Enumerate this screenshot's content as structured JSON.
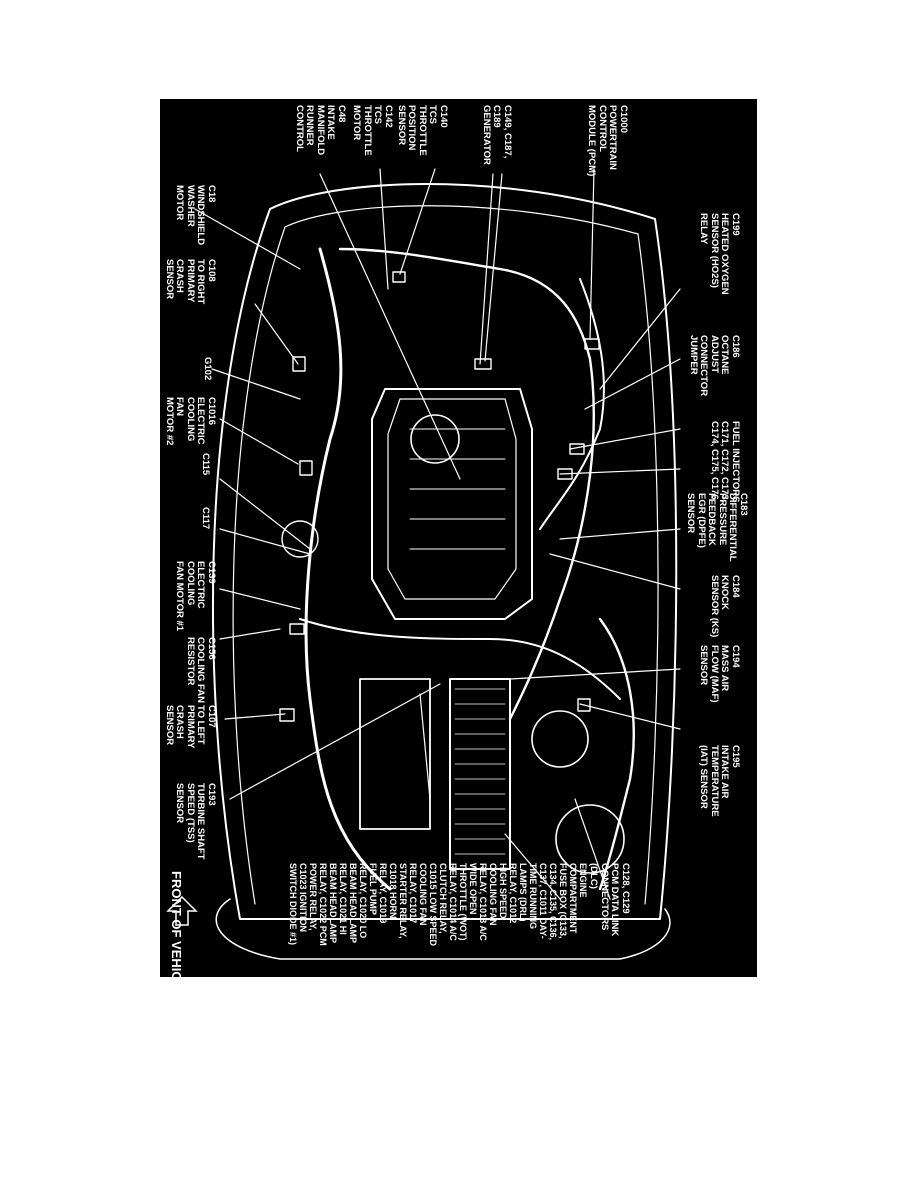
{
  "diagram": {
    "labels": [
      {
        "id": "c1000",
        "lines": [
          "C1000",
          "POWERTRAIN",
          "CONTROL",
          "MODULE (PCM)"
        ]
      },
      {
        "id": "c149",
        "lines": [
          "C149, C187,",
          "C189",
          "GENERATOR"
        ]
      },
      {
        "id": "c140",
        "lines": [
          "C140",
          "TCS",
          "THROTTLE",
          "POSITION",
          "SENSOR"
        ]
      },
      {
        "id": "c142",
        "lines": [
          "C142",
          "TCS",
          "THROTTLE",
          "MOTOR"
        ]
      },
      {
        "id": "c48",
        "lines": [
          "C48",
          "INTAKE",
          "MANIFOLD",
          "RUNNER",
          "CONTROL"
        ]
      },
      {
        "id": "c199",
        "lines": [
          "C199",
          "HEATED OXYGEN",
          "SENSOR (HO2S)",
          "RELAY"
        ]
      },
      {
        "id": "c18",
        "lines": [
          "C18",
          "WINDSHIELD",
          "WASHER",
          "MOTOR"
        ]
      },
      {
        "id": "c186",
        "lines": [
          "C186",
          "OCTANE",
          "ADJUST",
          "CONNECTOR",
          "JUMPER"
        ]
      },
      {
        "id": "c108",
        "lines": [
          "C108",
          "TO RIGHT",
          "PRIMARY",
          "CRASH",
          "SENSOR"
        ]
      },
      {
        "id": "g102",
        "lines": [
          "G102"
        ]
      },
      {
        "id": "c1016",
        "lines": [
          "C1016",
          "ELECTRIC",
          "COOLING",
          "FAN",
          "MOTOR #2"
        ]
      },
      {
        "id": "fuelinj",
        "lines": [
          "FUEL INJECTORS",
          "C171, C172, C173,",
          "C174, C175, C176"
        ]
      },
      {
        "id": "c115",
        "lines": [
          "C115"
        ]
      },
      {
        "id": "c183",
        "lines": [
          "C183",
          "DIFFERENTIAL",
          "PRESSURE",
          "FEEDBACK",
          "EGR (DPFE)",
          "SENSOR"
        ]
      },
      {
        "id": "c117",
        "lines": [
          "C117"
        ]
      },
      {
        "id": "c139",
        "lines": [
          "C139",
          "ELECTRIC",
          "COOLING",
          "FAN MOTOR #1"
        ]
      },
      {
        "id": "c184",
        "lines": [
          "C184",
          "KNOCK",
          "SENSOR (KS)"
        ]
      },
      {
        "id": "c156",
        "lines": [
          "C156",
          "COOLING FAN",
          "RESISTOR"
        ]
      },
      {
        "id": "c194",
        "lines": [
          "C194",
          "MASS AIR",
          "FLOW (MAF)",
          "SENSOR"
        ]
      },
      {
        "id": "c107",
        "lines": [
          "C107",
          "TO LEFT",
          "PRIMARY",
          "CRASH",
          "SENSOR"
        ]
      },
      {
        "id": "c195",
        "lines": [
          "C195",
          "INTAKE AIR",
          "TEMPERATURE",
          "(IAT) SENSOR"
        ]
      },
      {
        "id": "c193",
        "lines": [
          "C193",
          "TURBINE SHAFT",
          "SPEED (TSS)",
          "SENSOR"
        ]
      },
      {
        "id": "c128",
        "lines": [
          "C128, C129",
          "PCM DATA LINK",
          "CONNECTORS",
          "(DLC)"
        ]
      },
      {
        "id": "fusebox",
        "lines": [
          "ENGINE",
          "COMPARTMENT",
          "FUSE BOX (C133,",
          "C134, C135, C136,",
          "C137, C1011 DAY-",
          "TIME RUNNING",
          "LAMPS (DRL)",
          "RELAY, C1012",
          "HIGH SPEED",
          "COOLING FAN",
          "RELAY, C1013 A/C",
          "WIDE OPEN",
          "THROTTLE (WOT)",
          "RELAY, C1014 A/C",
          "CLUTCH RELAY,",
          "C1015 LOW SPEED",
          "COOLING FAN",
          "RELAY, C1017",
          "STARTER RELAY,",
          "C1018 HORN",
          "RELAY, C1019",
          "FUEL PUMP",
          "RELAY, C1020 LO",
          "BEAM HEADLAMP",
          "RELAY, C1021 HI",
          "BEAM HEADLAMP",
          "RELAY, C1022 PCM",
          "POWER RELAY,",
          "C1023 IGNITION",
          "SWITCH DIODE #1)"
        ]
      }
    ],
    "front_label": "FRONT OF VEHICLE"
  }
}
